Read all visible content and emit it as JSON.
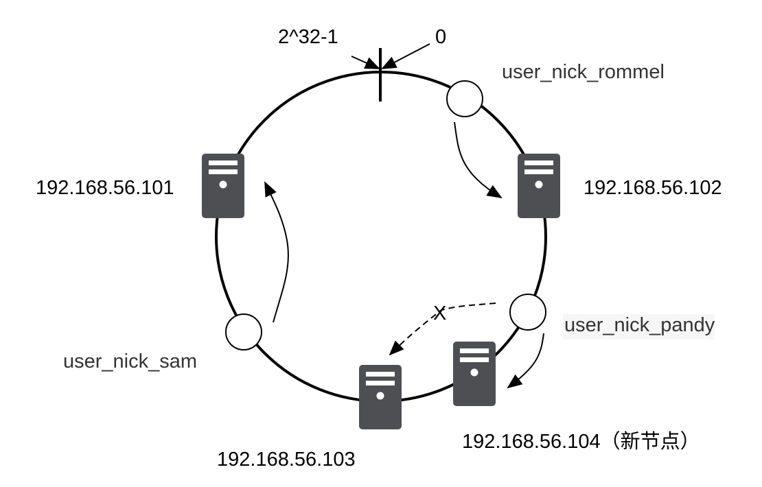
{
  "ring": {
    "marker_left_label": "2^32-1",
    "marker_right_label": "0"
  },
  "servers": [
    {
      "id": "s101",
      "ip": "192.168.56.101",
      "is_new": false
    },
    {
      "id": "s102",
      "ip": "192.168.56.102",
      "is_new": false
    },
    {
      "id": "s103",
      "ip": "192.168.56.103",
      "is_new": false
    },
    {
      "id": "s104",
      "ip": "192.168.56.104",
      "suffix": "（新节点）",
      "is_new": true
    }
  ],
  "keys": [
    {
      "id": "k1",
      "label": "user_nick_rommel",
      "maps_to": "192.168.56.102"
    },
    {
      "id": "k2",
      "label": "user_nick_pandy",
      "maps_to": "192.168.56.104",
      "previously": "192.168.56.103"
    },
    {
      "id": "k3",
      "label": "user_nick_sam",
      "maps_to": "192.168.56.101"
    }
  ],
  "annotations": {
    "invalidated_mark": "X"
  },
  "colors": {
    "ring": "#000000",
    "server_fill": "#4e4f53",
    "server_detail": "#ffffff",
    "key_label": "#333333",
    "ip_label": "#000000",
    "highlight_bg": "#f6f6f6"
  }
}
